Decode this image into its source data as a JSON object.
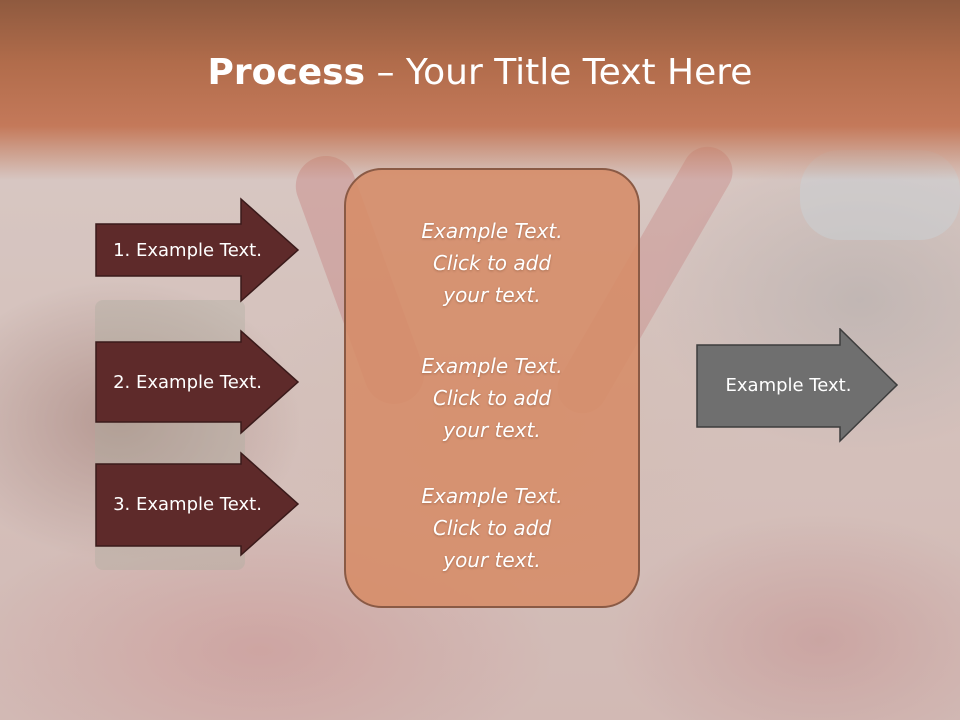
{
  "slide": {
    "title_bold": "Process",
    "title_rest": " – Your Title Text Here"
  },
  "steps": [
    {
      "label": "1. Example Text."
    },
    {
      "label": "2. Example Text."
    },
    {
      "label": "3. Example Text."
    }
  ],
  "center": {
    "paragraphs": [
      {
        "line1": "Example Text.",
        "line2": "Click  to add",
        "line3": "your text."
      },
      {
        "line1": "Example Text.",
        "line2": "Click  to add",
        "line3": "your text."
      },
      {
        "line1": "Example Text.",
        "line2": "Click  to add",
        "line3": "your text."
      }
    ]
  },
  "result": {
    "label": "Example Text."
  },
  "colors": {
    "header": "#b16c4b",
    "step_arrow": "#5e2a2a",
    "center_box": "#d68c68",
    "result_arrow": "#6f6f6f"
  }
}
